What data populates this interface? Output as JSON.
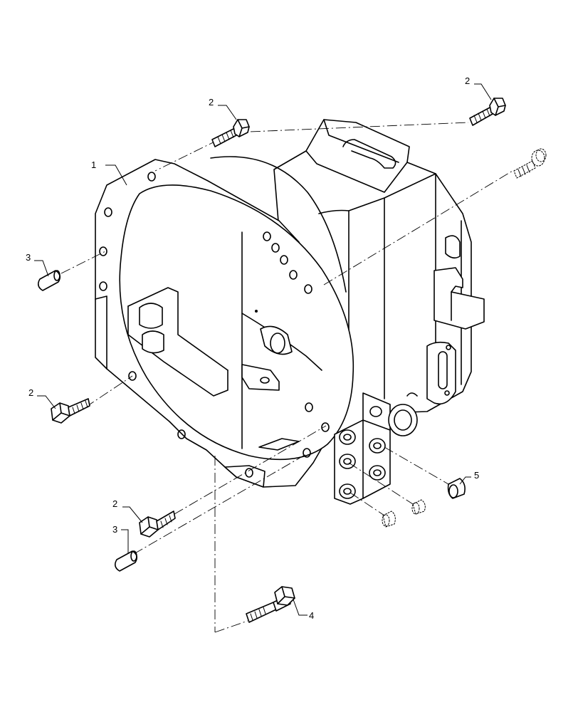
{
  "callouts": {
    "housing": "1",
    "bolt_top_center": "2",
    "bolt_top_right": "2",
    "pin_left": "3",
    "bolt_left": "2",
    "bolt_bottom_left": "2",
    "pin_bottom_left": "3",
    "bolt_bottom": "4",
    "plug_right": "5"
  }
}
